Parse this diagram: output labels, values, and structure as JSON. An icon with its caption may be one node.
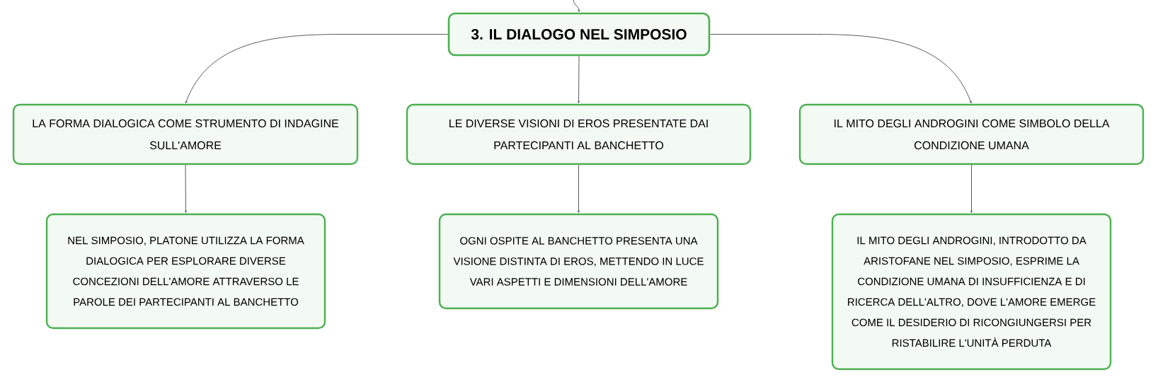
{
  "diagram": {
    "nodes": [
      {
        "text": [
          "3. IL DIALOGO NEL SIMPOSIO"
        ]
      },
      {
        "text": [
          "LA FORMA DIALOGICA COME STRUMENTO DI INDAGINE SULL'AMORE"
        ]
      },
      {
        "text": [
          "LE DIVERSE VISIONI DI EROS PRESENTATE DAI PARTECIPANTI AL BANCHETTO"
        ]
      },
      {
        "text": [
          "IL MITO DEGLI ANDROGINI COME SIMBOLO DELLA CONDIZIONE UMANA"
        ]
      },
      {
        "text": [
          "NEL SIMPOSIO, PLATONE UTILIZZA LA FORMA DIALOGICA PER ESPLORARE DIVERSE CONCEZIONI DELL'AMORE ATTRAVERSO LE PAROLE DEI PARTECIPANTI AL BANCHETTO"
        ]
      },
      {
        "text": [
          "OGNI OSPITE AL BANCHETTO PRESENTA UNA VISIONE DISTINTA DI EROS, METTENDO IN LUCE VARI ASPETTI E DIMENSIONI DELL'AMORE"
        ]
      },
      {
        "text": [
          "IL MITO DEGLI ANDROGINI, INTRODOTTO DA ARISTOFANE NEL SIMPOSIO, ESPRIME LA CONDIZIONE UMANA DI INSUFFICIENZA E DI RICERCA DELL'ALTRO, DOVE L'AMORE EMERGE COME IL DESIDERIO DI RICONGIUNGERSI PER RISTABILIRE L'UNITÀ PERDUTA"
        ]
      }
    ],
    "edges": [
      {
        "from": null,
        "to": 0,
        "arrow": "to"
      },
      {
        "from": 0,
        "to": 1,
        "arrow": "to"
      },
      {
        "from": 0,
        "to": 2,
        "arrow": "to"
      },
      {
        "from": 0,
        "to": 3,
        "arrow": "to"
      },
      {
        "from": 1,
        "to": 4,
        "arrow": "to"
      },
      {
        "from": 2,
        "to": 5,
        "arrow": "to"
      },
      {
        "from": 3,
        "to": 6,
        "arrow": "to"
      }
    ]
  }
}
